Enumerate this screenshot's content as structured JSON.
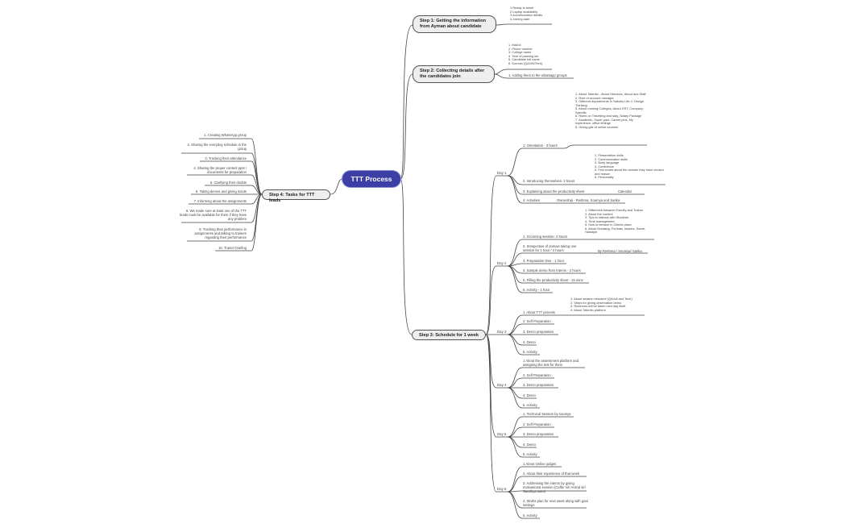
{
  "root": "TTT Process",
  "step1": {
    "title": "Step 1: Getting the information from Ayman about candidate",
    "details": "1.Ready to travel\n2.Laptop availability\n3.Accomodation details\n4.Joining date"
  },
  "step2": {
    "title": "Step 2: Collecting details after the candidates join",
    "details": "1. Mail id\n2. Phone number\n3. College name\n4. Year of passing out\n5. Candidate full name\n6. Domain (QA/VA/Tech)",
    "item2": "1. Adding them to the whatsapp groups"
  },
  "step3": {
    "title": "Step 3: Schedule for 1 week",
    "day1": {
      "label": "Day 1",
      "orientation": "1. Orientation - 3 hours",
      "orientation_details": "1. About Talentio - About Directors, About and Staff\n2. Role of account manager\n3. Different departments in Talentio Life 4. Design Thinking\n5. About running Colleges, About CRT, Company Specific\n6. Rules on Travelling and stay, Salary Package\n7. Academic, Super pact, Career plus, My experience, office timings\n8. Giving gist of online courses",
      "introducing": "2. Introducing themselves- 2 hours",
      "introducing_details": "1. Presentation skills\n2. Communication skills\n3. Body language\n4. Confidence\n5. Few words about the domain they have chosen and reason\n6. Personality",
      "explaining": "3. Explaining about the productivity sheet",
      "calendar": "Calendar",
      "activities": "4. Activities",
      "ownership": "Ownership - Reshma, Soumya and Sarika"
    },
    "day2": {
      "label": "Day 2",
      "grooming": "1. Grooming session- 2 hours",
      "grooming_details": "1. Difference between Faculty and Trainer\n2. About the content\n3. Tips to interact with Students\n4. Time management\n5. How to behave in Clients place\n6. About Dressing, Formals, blazers, Saree, Hairstyle",
      "irrespective": "2. Irrespective of domain taking one session for 1 hour / 2 hours",
      "by": "By Reshma / Soumya/ Sarika",
      "prep": "3. Preparation time - 1 hour",
      "sample": "4. Sample demo from Interns - 2 hours",
      "filling": "5. Filling the productivity sheet - 15 mins",
      "activity": "6. Activity - 1 hour"
    },
    "day3": {
      "label": "Day 3",
      "about": "1. About TTT process",
      "about_details": "1. About session structure (QA/VA and Tech)\n2. Steps for giving observation demo\n3. Redemos will be taken next day itself\n4. About Talentio platform",
      "self": "2. Self Preparation",
      "demo_prep": "3. Demo preparation",
      "demo": "4. Demo",
      "activity": "5. Activity"
    },
    "day4": {
      "label": "Day 4",
      "about": "1 About the assessment platform and assigning the test for them",
      "self": "2. Self Preparation",
      "demo_prep": "3. Demo preparation",
      "demo": "4. Demo",
      "activity": "5. Activity"
    },
    "day5": {
      "label": "Day 5",
      "tech": "1. Technical Session by soumya",
      "self": "2. Self Preparation",
      "demo_prep": "3. Demo preparation",
      "demo": "4. Demo",
      "activity": "5. Activity"
    },
    "day6": {
      "label": "Day 6",
      "judges": "1.About Online judges",
      "experience": "2. About their experience of that week",
      "addressing": "3. Addressing the interns by giving motivational session (Caffer sir/ Arvind sir/ Sandhya mam)",
      "works": "4. Works plan for next week along with goal settings",
      "activity": "5. Activity"
    }
  },
  "step4": {
    "title": "Step 4: Tasks for TTT leads",
    "items": [
      "1. Creating WhatsApp group",
      "2. Sharing the everyday schedule in the group",
      "3. Tracking their attendance",
      "4. Sharing the proper content ppts / documents for preparation",
      "5. Clarifying their doubts",
      "6. Taking demos and giving inouts",
      "7. Informing about the assignments",
      "8. We made sure at least one of the TTT leads must be available for them if they have any problem",
      "9. Tracking their performance in assignments and talking to trainers regarding their performance",
      "10. Trainer briefing"
    ]
  }
}
